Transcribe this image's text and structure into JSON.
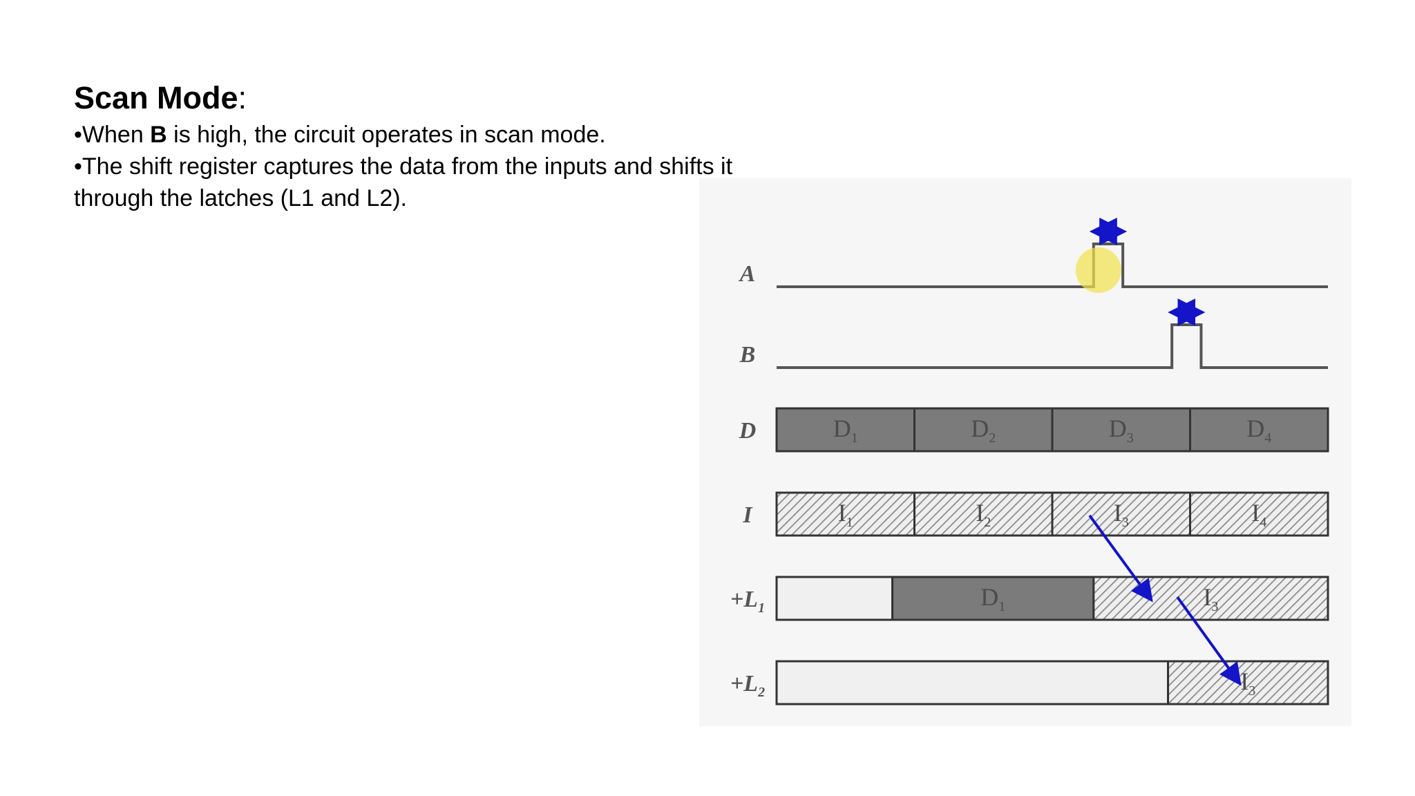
{
  "slide": {
    "title": "Scan Mode",
    "title_suffix": ":",
    "bullets": [
      {
        "marker": "•",
        "pre": "When ",
        "bold": "B",
        "post": " is high, the circuit operates in scan mode."
      },
      {
        "marker": "•",
        "pre": "The shift register captures the data from the inputs and shifts it through the latches (L1 and L2).",
        "bold": "",
        "post": ""
      }
    ]
  },
  "diagram": {
    "colors": {
      "dark_fill": "#7b7b7b",
      "light_fill": "#f0f0f0",
      "hatch": "#8a8a8a",
      "arrow": "#1414c8",
      "highlight": "#f2e24a",
      "line": "#555555"
    },
    "signals": [
      {
        "name": "A",
        "kind": "pulse",
        "pulse_start": 0.575,
        "pulse_end": 0.628
      },
      {
        "name": "B",
        "kind": "pulse",
        "pulse_start": 0.717,
        "pulse_end": 0.77
      },
      {
        "name": "D",
        "kind": "bus",
        "segments": [
          {
            "t0": 0.0,
            "t1": 0.25,
            "fill": "dark",
            "label": "D",
            "sub": "1"
          },
          {
            "t0": 0.25,
            "t1": 0.5,
            "fill": "dark",
            "label": "D",
            "sub": "2"
          },
          {
            "t0": 0.5,
            "t1": 0.75,
            "fill": "dark",
            "label": "D",
            "sub": "3"
          },
          {
            "t0": 0.75,
            "t1": 1.0,
            "fill": "dark",
            "label": "D",
            "sub": "4"
          }
        ]
      },
      {
        "name": "I",
        "kind": "bus",
        "segments": [
          {
            "t0": 0.0,
            "t1": 0.25,
            "fill": "hatch",
            "label": "I",
            "sub": "1"
          },
          {
            "t0": 0.25,
            "t1": 0.5,
            "fill": "hatch",
            "label": "I",
            "sub": "2"
          },
          {
            "t0": 0.5,
            "t1": 0.75,
            "fill": "hatch",
            "label": "I",
            "sub": "3"
          },
          {
            "t0": 0.75,
            "t1": 1.0,
            "fill": "hatch",
            "label": "I",
            "sub": "4"
          }
        ]
      },
      {
        "name": "+L",
        "sub": "1",
        "kind": "bus",
        "segments": [
          {
            "t0": 0.0,
            "t1": 0.21,
            "fill": "light",
            "label": "",
            "sub": ""
          },
          {
            "t0": 0.21,
            "t1": 0.575,
            "fill": "dark",
            "label": "D",
            "sub": "1"
          },
          {
            "t0": 0.575,
            "t1": 1.0,
            "fill": "hatch",
            "label": "I",
            "sub": "3"
          }
        ]
      },
      {
        "name": "+L",
        "sub": "2",
        "kind": "bus",
        "segments": [
          {
            "t0": 0.0,
            "t1": 0.71,
            "fill": "light",
            "label": "",
            "sub": ""
          },
          {
            "t0": 0.71,
            "t1": 1.0,
            "fill": "hatch",
            "label": "I",
            "sub": "3"
          }
        ]
      }
    ]
  }
}
